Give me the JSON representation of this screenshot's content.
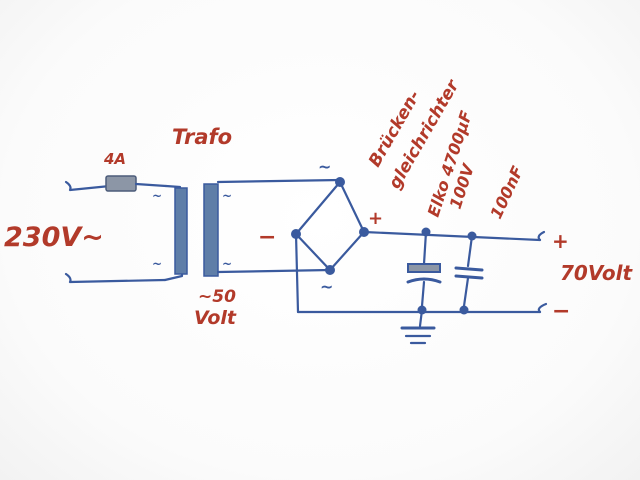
{
  "labels": {
    "input_voltage": "230V~",
    "fuse_rating": "4A",
    "transformer": "Trafo",
    "secondary_voltage_line1": "~50",
    "secondary_voltage_line2": "Volt",
    "bridge_line1": "Brücken-",
    "bridge_line2": "gleichrichter",
    "electrolytic_line1": "Elko 4700µF",
    "electrolytic_line2": "100V",
    "ceramic_cap": "100nF",
    "output_voltage": "70Volt",
    "ac_symbol": "~",
    "plus": "+",
    "minus": "−"
  },
  "colors": {
    "ink_blue": "#3a5a9e",
    "ink_red": "#b23a2a"
  }
}
